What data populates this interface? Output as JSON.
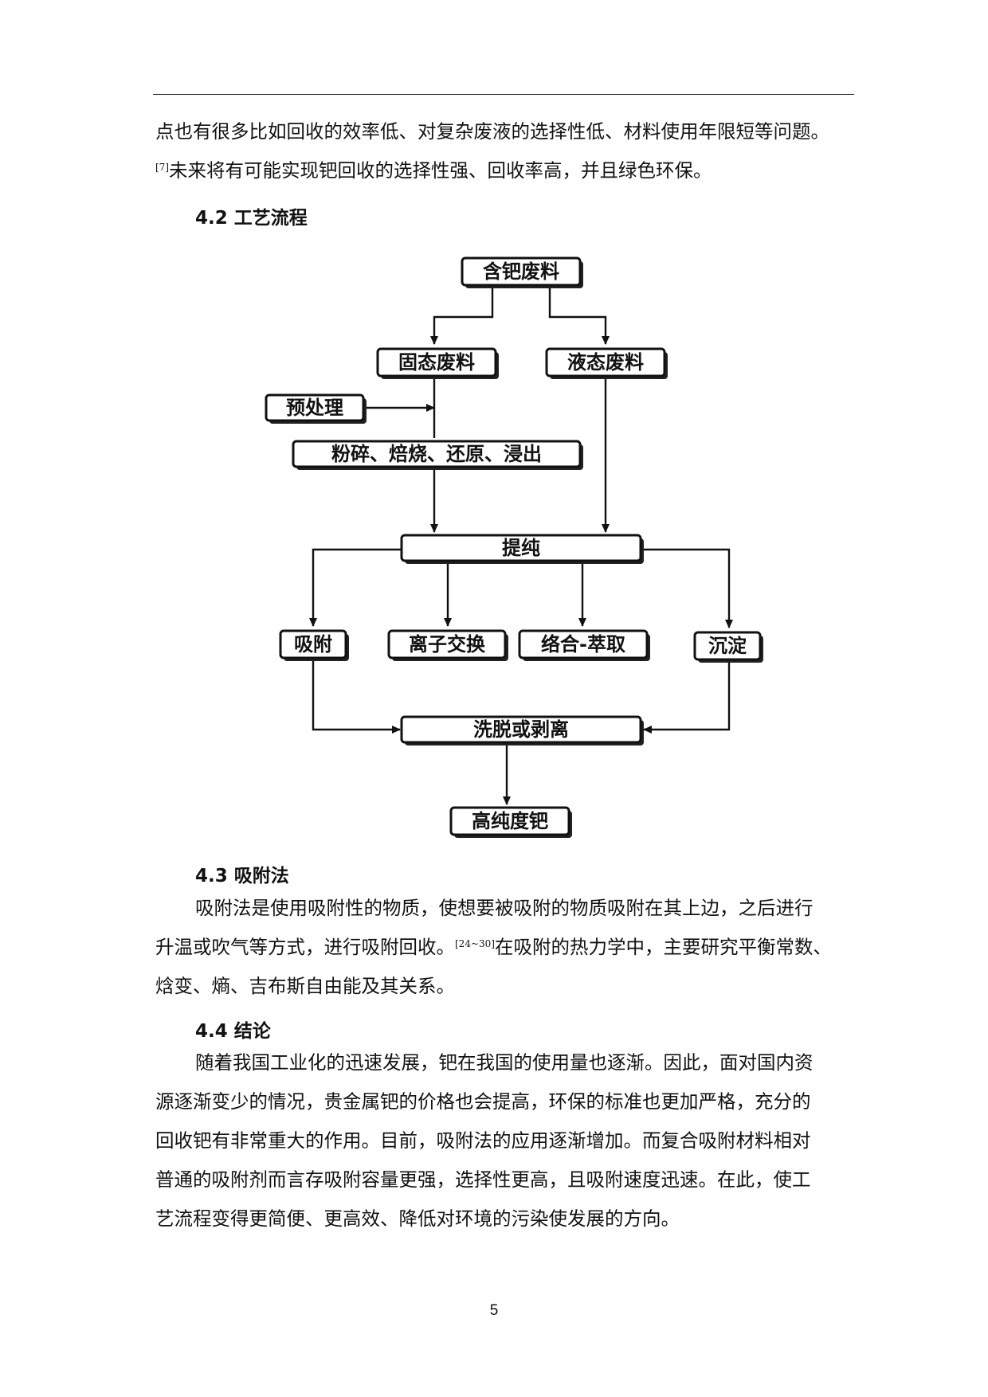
{
  "intro": {
    "line1": "点也有很多比如回收的效率低、对复杂废液的选择性低、材料使用年限短等问题。",
    "line2_ref": "[7]",
    "line2": "未来将有可能实现钯回收的选择性强、回收率高，并且绿色环保。"
  },
  "section_42": {
    "title": "4.2 工艺流程"
  },
  "flowchart": {
    "start": "含钯废料",
    "solid": "固态废料",
    "liquid": "液态废料",
    "pretreat": "预处理",
    "process": "粉碎、焙烧、还原、浸出",
    "purify": "提纯",
    "adsorb": "吸附",
    "ion_exchange": "离子交换",
    "complex_extract": "络合-萃取",
    "precipitate": "沉淀",
    "elute": "洗脱或剥离",
    "product": "高纯度钯"
  },
  "section_43": {
    "title": "4.3 吸附法",
    "line1": "吸附法是使用吸附性的物质，使想要被吸附的物质吸附在其上边，之后进行",
    "line2a": "升温或吹气等方式，进行吸附回收。",
    "line2_ref": "[24~30]",
    "line2b": "在吸附的热力学中，主要研究平衡常数、",
    "line3": "焓变、熵、吉布斯自由能及其关系。"
  },
  "section_44": {
    "title": "4.4 结论",
    "line1": "随着我国工业化的迅速发展，钯在我国的使用量也逐渐。因此，面对国内资",
    "line2": "源逐渐变少的情况，贵金属钯的价格也会提高，环保的标准也更加严格，充分的",
    "line3": "回收钯有非常重大的作用。目前，吸附法的应用逐渐增加。而复合吸附材料相对",
    "line4": "普通的吸附剂而言存吸附容量更强，选择性更高，且吸附速度迅速。在此，使工",
    "line5": "艺流程变得更简便、更高效、降低对环境的污染使发展的方向。"
  },
  "page_number": "5"
}
